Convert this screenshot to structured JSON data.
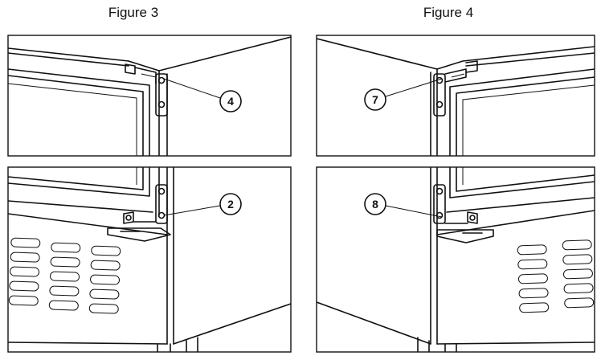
{
  "figures": [
    {
      "title": "Figure 3",
      "callouts": [
        "4",
        "2"
      ]
    },
    {
      "title": "Figure 4",
      "callouts": [
        "7",
        "8"
      ]
    }
  ]
}
